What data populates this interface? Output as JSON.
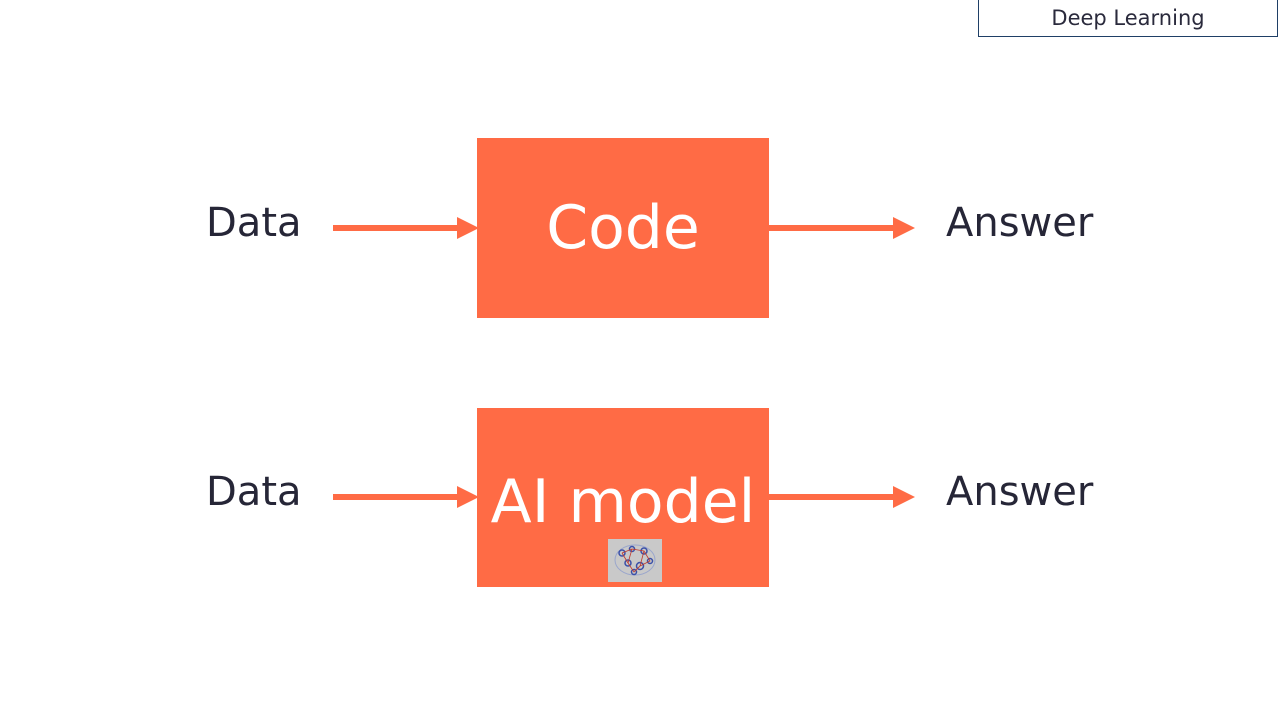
{
  "corner_tag": "Deep Learning",
  "rows": [
    {
      "input": "Data",
      "process": "Code",
      "output": "Answer"
    },
    {
      "input": "Data",
      "process": "AI model",
      "output": "Answer"
    }
  ],
  "colors": {
    "accent": "#ff6b45",
    "text": "#262637",
    "tag_border": "#1f3f66"
  },
  "icons": {
    "model_thumbnail": "neural-network-sketch-icon",
    "arrows": "arrow-right-icon"
  }
}
